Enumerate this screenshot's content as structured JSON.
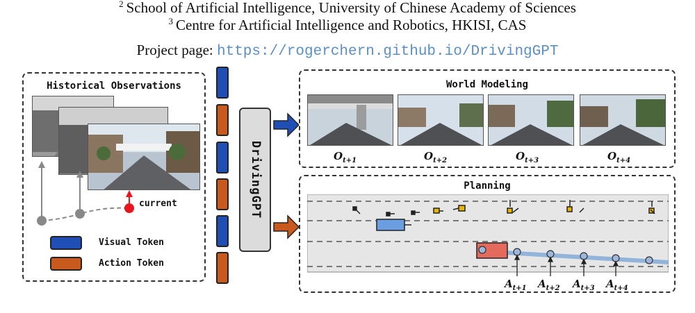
{
  "affiliations": [
    {
      "num": "2",
      "text": "School of Artificial Intelligence, University of Chinese Academy of Sciences"
    },
    {
      "num": "3",
      "text": "Centre for Artificial Intelligence and Robotics, HKISI, CAS"
    }
  ],
  "project": {
    "label": "Project page:",
    "url": "https://rogerchern.github.io/DrivingGPT"
  },
  "historical": {
    "title": "Historical Observations",
    "current_label": "current"
  },
  "legend": {
    "visual": "Visual Token",
    "action": "Action Token"
  },
  "model_name": "DrivingGPT",
  "world_modeling": {
    "title": "World Modeling"
  },
  "planning": {
    "title": "Planning"
  },
  "colors": {
    "visual_token": "#1f4fb5",
    "action_token": "#c85a1e",
    "arrow": "#1f4fb5",
    "current": "#e8141e",
    "url": "#5b8fc7"
  }
}
